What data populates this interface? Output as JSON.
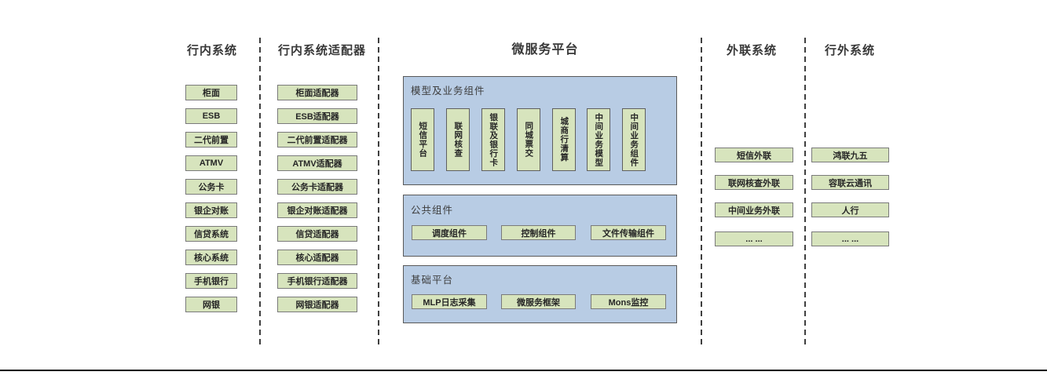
{
  "colors": {
    "panel_blue": "#b8cce4",
    "box_green": "#d7e4bd",
    "green_border": "#7a7a7a",
    "blue_border": "#595959",
    "title_text": "#383838",
    "bottom_rule": "#000000"
  },
  "columns": [
    {
      "title": "行内系统",
      "boxes": [
        "柜面",
        "ESB",
        "二代前置",
        "ATMV",
        "公务卡",
        "银企对账",
        "信贷系统",
        "核心系统",
        "手机银行",
        "网银"
      ]
    },
    {
      "title": "行内系统适配器",
      "boxes": [
        "柜面适配器",
        "ESB适配器",
        "二代前置适配器",
        "ATMV适配器",
        "公务卡适配器",
        "银企对账适配器",
        "信贷适配器",
        "核心适配器",
        "手机银行适配器",
        "网银适配器"
      ]
    },
    {
      "title": "微服务平台",
      "groups": [
        {
          "label": "模型及业务组件",
          "items": [
            "短信平台",
            "联网核查",
            "银联及银行卡",
            "同城票交",
            "城商行清算",
            "中间业务模型",
            "中间业务组件"
          ]
        },
        {
          "label": "公共组件",
          "items": [
            "调度组件",
            "控制组件",
            "文件传输组件"
          ]
        },
        {
          "label": "基础平台",
          "items": [
            "MLP日志采集",
            "微服务框架",
            "Mons监控"
          ]
        }
      ]
    },
    {
      "title": "外联系统",
      "boxes": [
        "短信外联",
        "联网核查外联",
        "中间业务外联",
        "... ..."
      ]
    },
    {
      "title": "行外系统",
      "boxes": [
        "鸿联九五",
        "容联云通讯",
        "人行",
        "... ..."
      ]
    }
  ]
}
